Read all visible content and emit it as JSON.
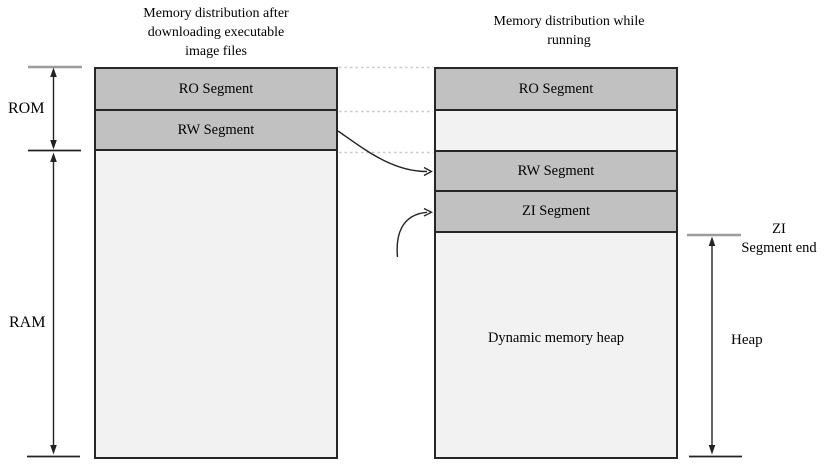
{
  "titles": {
    "left_lines": [
      "Memory distribution after",
      "downloading executable",
      "image files"
    ],
    "right_lines": [
      "Memory distribution while",
      "running"
    ]
  },
  "left_column": {
    "segments": [
      "RO Segment",
      "RW Segment"
    ]
  },
  "right_column": {
    "segments": [
      "RO Segment",
      "RW Segment",
      "ZI Segment",
      "Dynamic memory heap"
    ]
  },
  "measures": {
    "rom": "ROM",
    "ram": "RAM",
    "zi_end_lines": [
      "ZI",
      "Segment end"
    ],
    "heap": "Heap"
  },
  "icons": {
    "measure_arrows": "double-headed-vertical-arrow",
    "relocation_arrows": "curved-right-arrow"
  },
  "colors": {
    "segment-gray": "#c1c1c1",
    "segment-light": "#f2f2f2",
    "box-border": "#262626",
    "dashed-line": "#c9c9c9",
    "tick-gray": "#9c9c9c",
    "line-dark": "#222222",
    "text": "#000000",
    "background": "#ffffff"
  }
}
